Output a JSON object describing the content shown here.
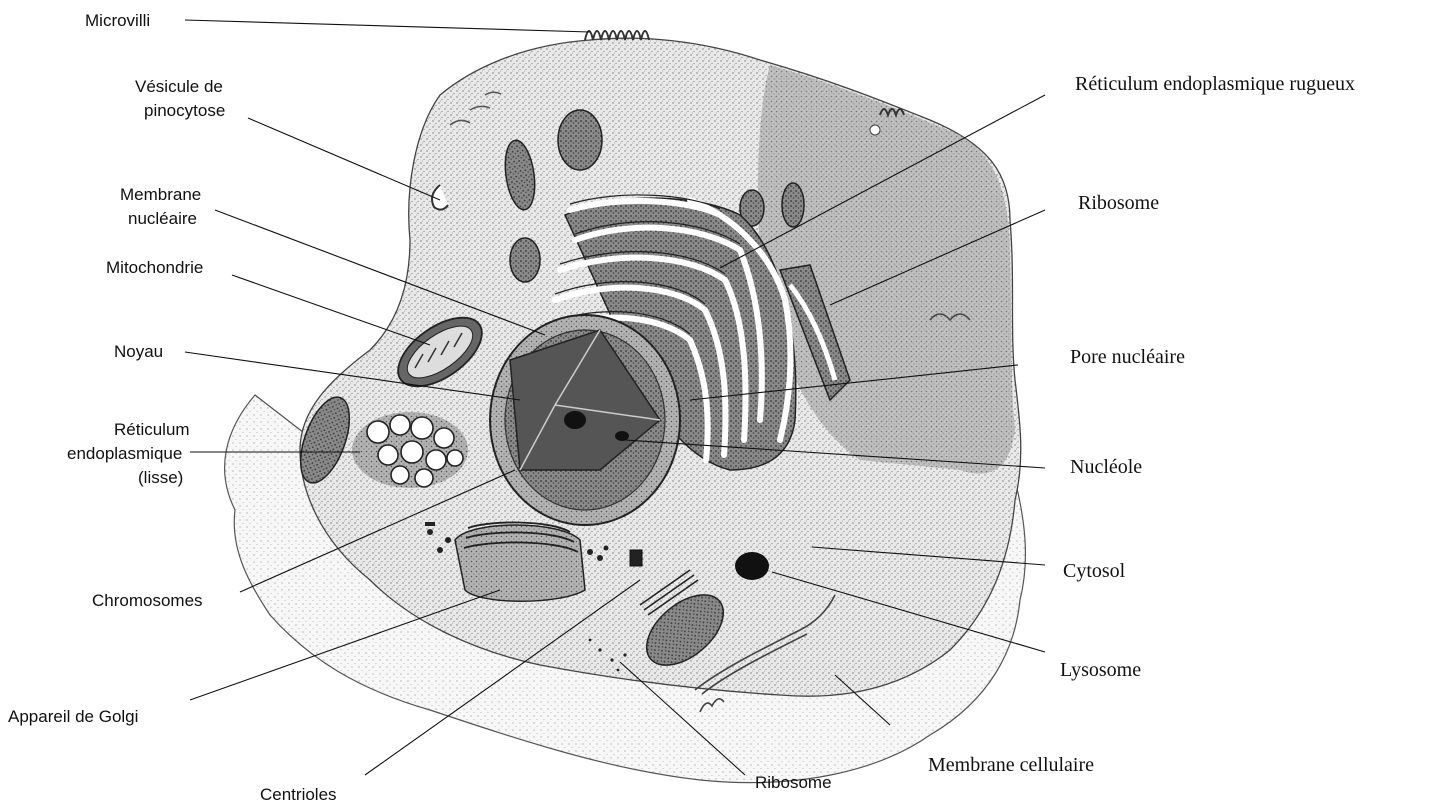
{
  "labels_left": {
    "microvilli": "Microvilli",
    "vesicule_1": "Vésicule de",
    "vesicule_2": "pinocytose",
    "membrane_nucl_1": "Membrane",
    "membrane_nucl_2": "nucléaire",
    "mitochondrie": "Mitochondrie",
    "noyau": "Noyau",
    "rel_1": "Réticulum",
    "rel_2": "endoplasmique",
    "rel_3": "(lisse)",
    "chromosomes": "Chromosomes",
    "golgi": "Appareil de Golgi",
    "centrioles": "Centrioles",
    "ribosome_bottom": "Ribosome"
  },
  "labels_right": {
    "rer": "Réticulum endoplasmique rugueux",
    "ribosome_top": "Ribosome",
    "pore": "Pore nucléaire",
    "nucleole": "Nucléole",
    "cytosol": "Cytosol",
    "lysosome": "Lysosome",
    "membrane_cell": "Membrane cellulaire"
  }
}
